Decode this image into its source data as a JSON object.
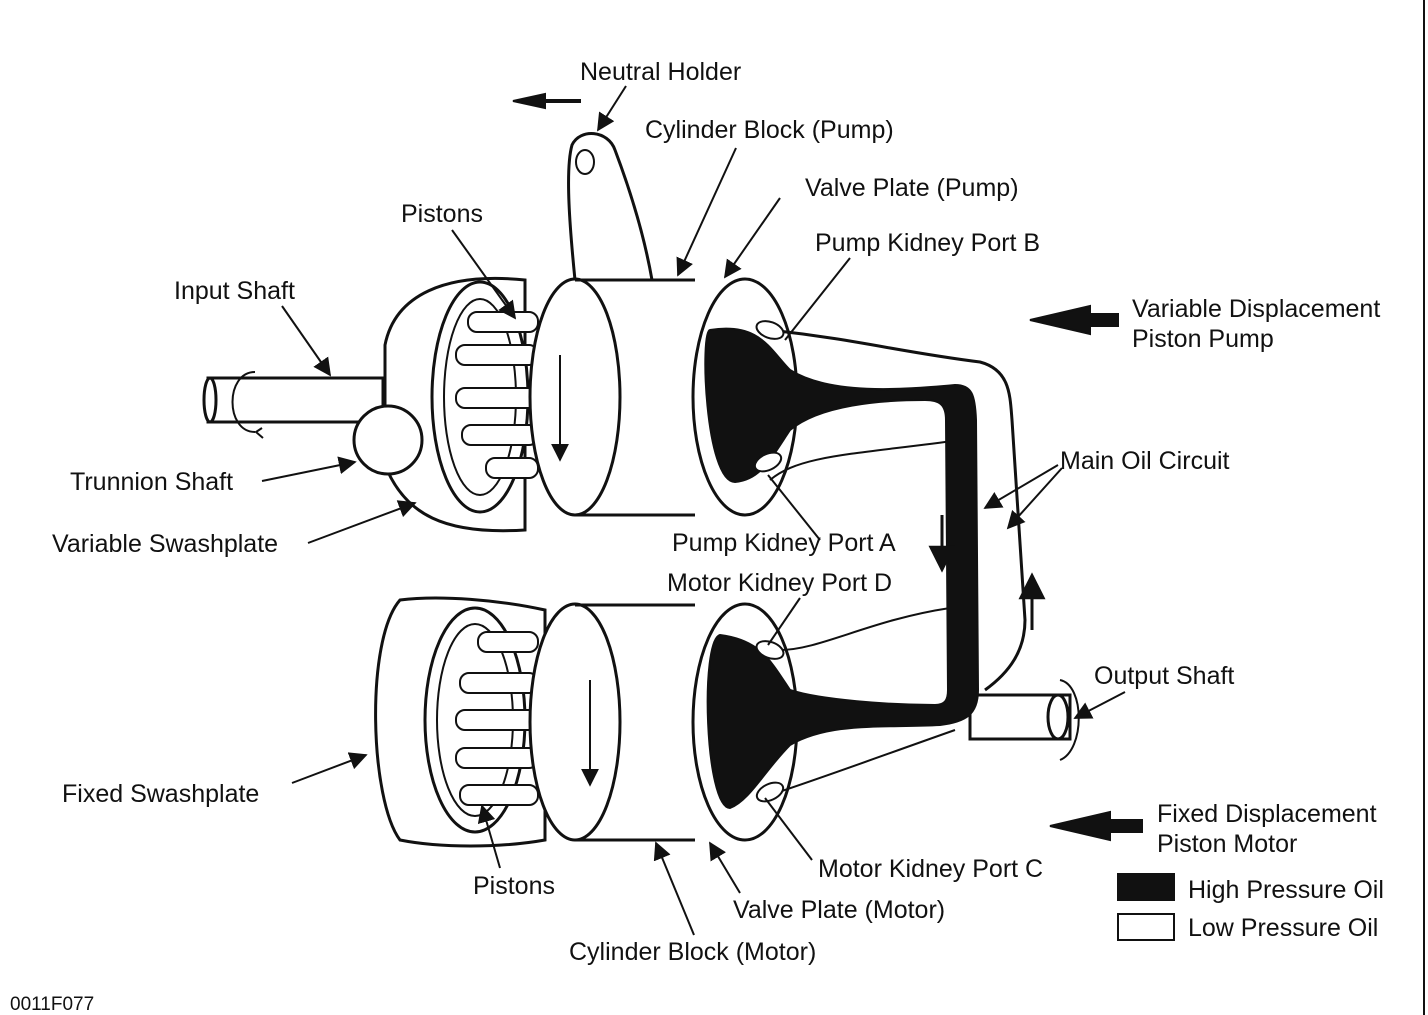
{
  "labels": {
    "neutral_holder": "Neutral Holder",
    "cylinder_block_pump": "Cylinder Block (Pump)",
    "valve_plate_pump": "Valve Plate (Pump)",
    "pistons_top": "Pistons",
    "pump_kidney_port_b": "Pump Kidney Port B",
    "input_shaft": "Input Shaft",
    "variable_displacement_line1": "Variable Displacement",
    "variable_displacement_line2": "Piston Pump",
    "trunnion_shaft": "Trunnion Shaft",
    "main_oil_circuit": "Main Oil Circuit",
    "variable_swashplate": "Variable Swashplate",
    "pump_kidney_port_a": "Pump Kidney Port A",
    "motor_kidney_port_d": "Motor Kidney Port D",
    "output_shaft": "Output Shaft",
    "fixed_swashplate": "Fixed Swashplate",
    "fixed_displacement_line1": "Fixed Displacement",
    "fixed_displacement_line2": "Piston Motor",
    "motor_kidney_port_c": "Motor Kidney Port C",
    "pistons_bottom": "Pistons",
    "valve_plate_motor": "Valve Plate (Motor)",
    "cylinder_block_motor": "Cylinder Block (Motor)"
  },
  "legend": {
    "high_pressure": "High Pressure Oil",
    "low_pressure": "Low Pressure Oil"
  },
  "figure_code": "0011F077",
  "colors": {
    "ink": "#111111",
    "paper": "#ffffff"
  }
}
